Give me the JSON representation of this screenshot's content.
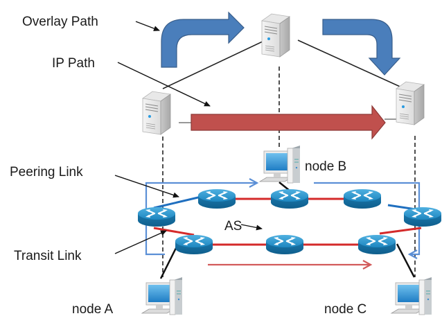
{
  "labels": {
    "overlay_path": "Overlay Path",
    "ip_path": "IP Path",
    "peering_link": "Peering Link",
    "transit_link": "Transit Link",
    "as": "AS",
    "node_a": "node A",
    "node_b": "node B",
    "node_c": "node C"
  },
  "colors": {
    "overlay_arrow": "#4a7ebb",
    "ip_arrow": "#c0504d",
    "peering_link": "#1f6fbf",
    "transit_link": "#d42a2a",
    "as_boundary": "#5b8fd6",
    "router": "#1b8ac4"
  },
  "servers": [
    "server-left",
    "server-top",
    "server-right"
  ],
  "routers": [
    "router-1",
    "router-2",
    "router-3",
    "router-4",
    "router-5",
    "router-6",
    "router-7",
    "router-8"
  ],
  "nodes": [
    "node-a",
    "node-b",
    "node-c"
  ]
}
